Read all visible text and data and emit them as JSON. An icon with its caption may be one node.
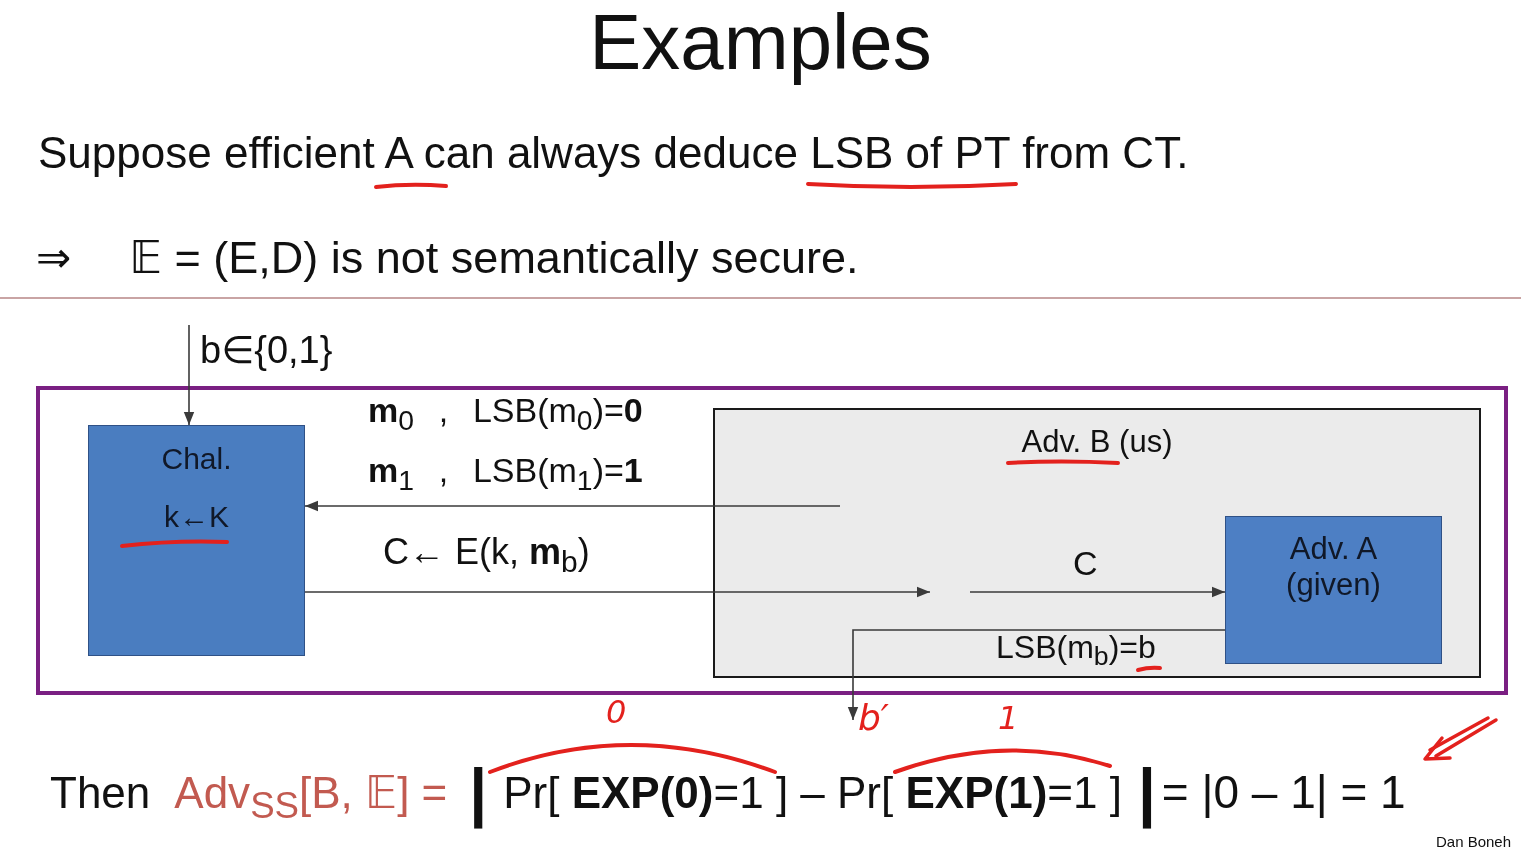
{
  "diagram": {
    "title": "Examples",
    "nodes": [
      {
        "text": [],
        "shape": "box"
      },
      {
        "text": [
          "Chal.",
          "k←K"
        ],
        "in": 0
      },
      {
        "text": [
          "Adv. B (us)"
        ],
        "in": 0
      },
      {
        "text": [
          "Adv. A (given)"
        ],
        "in": 2
      },
      {
        "text": [
          "b′"
        ]
      }
    ],
    "edges": [
      {
        "from": null,
        "to": 1,
        "arrow": "to",
        "label": "b∈{0,1}"
      },
      {
        "from": 2,
        "to": 1,
        "arrow": "to",
        "label": "**m**$_{0}$ , LSB(m$_{0}$)=**0** **m**$_{1}$ , LSB(m$_{1}$)=**1**"
      },
      {
        "from": 1,
        "to": 2,
        "arrow": "to",
        "label": "C← E(k, **m**$_{b}$)"
      },
      {
        "from": null,
        "to": 3,
        "arrow": "to",
        "label": "C"
      },
      {
        "from": 3,
        "to": 4,
        "arrow": "to",
        "label": "LSB(m$_{b}$)=b"
      }
    ],
    "labels": [
      "Suppose efficient A can always deduce LSB of PT from CT.",
      "⇒",
      "𝔼 = (E,D) is not semantically secure.",
      "0",
      "1",
      "Then",
      "Adv$_{SS}$[B, 𝔼] =",
      "|",
      "Pr[ **EXP(0)**=1 ] – Pr[ **EXP(1)**=1 ]",
      "|",
      "= |0 – 1| = 1",
      "Dan Boneh"
    ]
  }
}
